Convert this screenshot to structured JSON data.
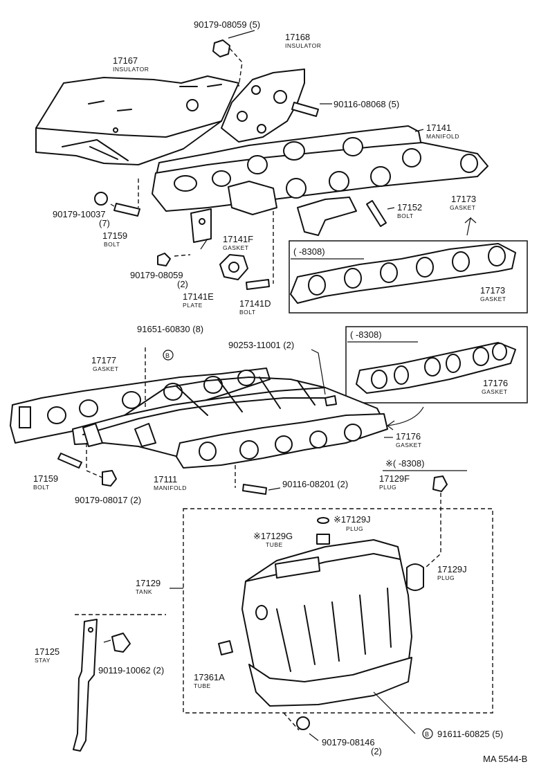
{
  "diagram": {
    "labels": [
      {
        "id": "p1",
        "number": "90179-08059 (5)"
      },
      {
        "id": "p2",
        "number": "17168",
        "name": "INSULATOR"
      },
      {
        "id": "p3",
        "number": "17167",
        "name": "INSULATOR"
      },
      {
        "id": "p4",
        "number": "90116-08068 (5)"
      },
      {
        "id": "p5",
        "number": "17141",
        "name": "MANIFOLD"
      },
      {
        "id": "p6",
        "number": "17173",
        "name": "GASKET"
      },
      {
        "id": "p7",
        "number": "90179-10037",
        "qty": "(7)"
      },
      {
        "id": "p8",
        "number": "17159",
        "name": "BOLT"
      },
      {
        "id": "p9",
        "number": "17152",
        "name": "BOLT"
      },
      {
        "id": "p10",
        "number": "17141F",
        "name": "GASKET"
      },
      {
        "id": "p11",
        "number": "90179-08059",
        "qty": "(2)"
      },
      {
        "id": "p12",
        "number": "17141E",
        "name": "PLATE"
      },
      {
        "id": "p13",
        "number": "17141D",
        "name": "BOLT"
      },
      {
        "id": "p14",
        "number": "17173",
        "name": "GASKET"
      },
      {
        "id": "p15",
        "number": "91651-60830 (8)"
      },
      {
        "id": "p16",
        "number": "90253-11001 (2)"
      },
      {
        "id": "p17",
        "number": "17177",
        "name": "GASKET"
      },
      {
        "id": "p18",
        "number": "17176",
        "name": "GASKET"
      },
      {
        "id": "p19",
        "number": "17176",
        "name": "GASKET"
      },
      {
        "id": "p20",
        "number": "17159",
        "name": "BOLT"
      },
      {
        "id": "p21",
        "number": "17111",
        "name": "MANIFOLD"
      },
      {
        "id": "p22",
        "number": "90179-08017 (2)"
      },
      {
        "id": "p23",
        "number": "90116-08201 (2)"
      },
      {
        "id": "p24",
        "number": "17129F",
        "name": "PLUG"
      },
      {
        "id": "p25",
        "number": "※17129J",
        "name": "PLUG"
      },
      {
        "id": "p26",
        "number": "※17129G",
        "name": "TUBE"
      },
      {
        "id": "p27",
        "number": "17129",
        "name": "TANK"
      },
      {
        "id": "p28",
        "number": "17129J",
        "name": "PLUG"
      },
      {
        "id": "p29",
        "number": "17125",
        "name": "STAY"
      },
      {
        "id": "p30",
        "number": "90119-10062 (2)"
      },
      {
        "id": "p31",
        "number": "17361A",
        "name": "TUBE"
      },
      {
        "id": "p32",
        "number": "90179-08146",
        "qty": "(2)"
      },
      {
        "id": "p33",
        "number": "91611-60825 (5)"
      }
    ],
    "inset_headers": [
      {
        "id": "h1",
        "text": "(     -8308)"
      },
      {
        "id": "h2",
        "text": "(     -8308)"
      },
      {
        "id": "h3",
        "text": "※(     -8308)"
      }
    ],
    "markers": [
      {
        "id": "m1",
        "text": "B"
      },
      {
        "id": "m2",
        "text": "B"
      }
    ],
    "footer_code": "MA  5544-B"
  }
}
